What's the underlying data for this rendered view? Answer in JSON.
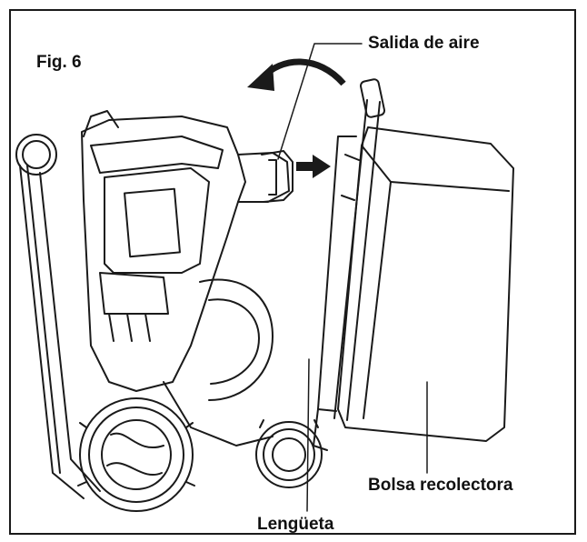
{
  "figure": {
    "title": "Fig. 6",
    "labels": {
      "air_outlet": "Salida de aire",
      "collection_bag": "Bolsa recolectora",
      "tab": "Lengüeta"
    }
  },
  "colors": {
    "line": "#1a1a1a",
    "background": "#ffffff"
  }
}
